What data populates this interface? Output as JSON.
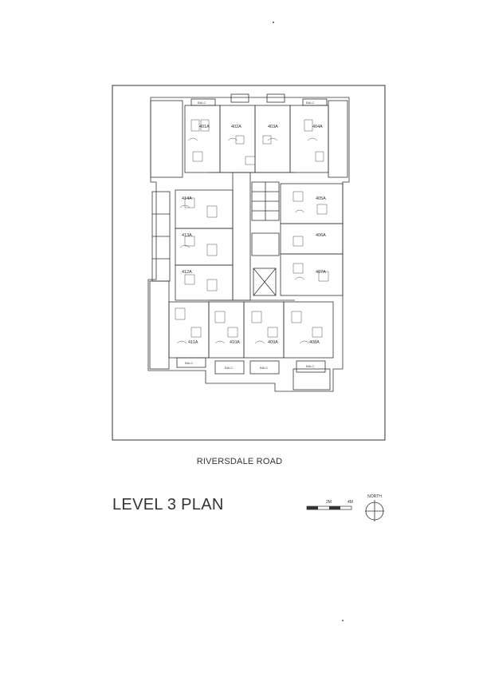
{
  "plan": {
    "units": [
      "401A",
      "402A",
      "403A",
      "404A",
      "405A",
      "406A",
      "407A",
      "408A",
      "409A",
      "410A",
      "411A",
      "412A",
      "413A",
      "414A"
    ],
    "balcony_label": "BALC"
  },
  "road_label": "RIVERSDALE ROAD",
  "title": "LEVEL 3 PLAN",
  "scale": {
    "mark1": "2M",
    "mark2": "4M"
  },
  "north_label": "NORTH"
}
